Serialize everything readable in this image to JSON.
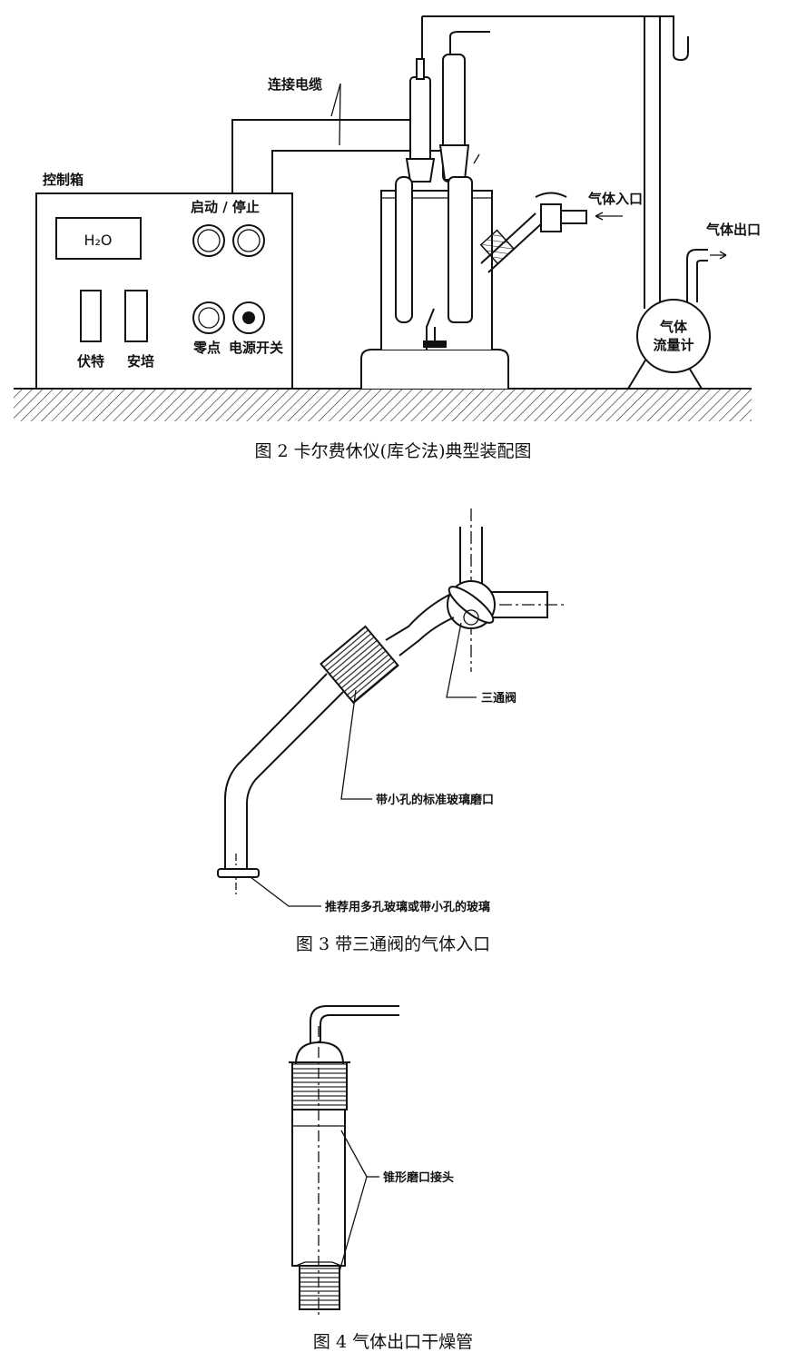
{
  "figure2": {
    "caption": "图 2   卡尔费休仪(库仑法)典型装配图",
    "labels": {
      "control_box": "控制箱",
      "cable": "连接电缆",
      "display": "H₂O",
      "start_stop": "启动 / 停止",
      "volt": "伏特",
      "ampere": "安培",
      "zero": "零点",
      "power": "电源开关",
      "gas_in": "气体入口",
      "gas_out": "气体出口",
      "flowmeter_1": "气体",
      "flowmeter_2": "流量计"
    }
  },
  "figure3": {
    "caption": "图 3   带三通阀的气体入口",
    "labels": {
      "valve": "三通阀",
      "joint": "带小孔的标准玻璃磨口",
      "frit": "推荐用多孔玻璃或带小孔的玻璃"
    }
  },
  "figure4": {
    "caption": "图 4   气体出口干燥管",
    "labels": {
      "cone_joint": "锥形磨口接头"
    }
  }
}
